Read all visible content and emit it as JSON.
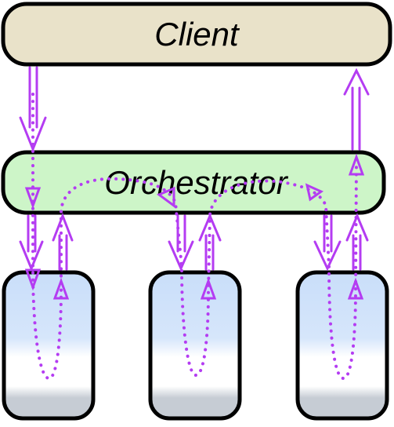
{
  "client": {
    "label": "Client",
    "fill": "#e9e2c9"
  },
  "orchestrator": {
    "label": "Orchestrator",
    "fill": "#cdf5c8"
  },
  "workers": {
    "count": 3,
    "gradient_top": "#c9def9",
    "gradient_mid": "#ffffff",
    "gradient_bottom": "#c6ccd4"
  },
  "arrow_color": "#b43cf2",
  "stroke_color": "#000000"
}
